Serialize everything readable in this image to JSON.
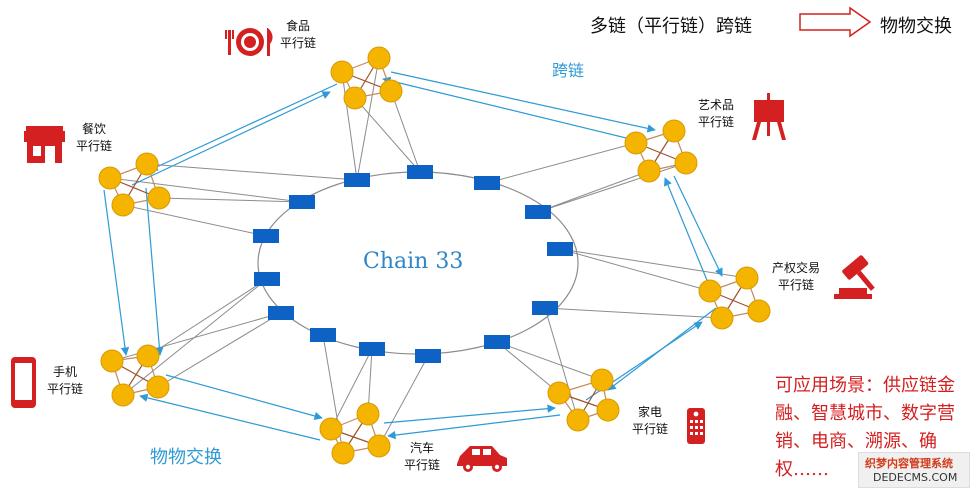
{
  "legend": {
    "text": "多链（平行链）跨链",
    "target": "物物交换"
  },
  "cross_chain_label": "跨链",
  "barter_label": "物物交换",
  "center_title": "Chain 33",
  "parallel_chains": [
    {
      "id": "food",
      "name": "食品",
      "sub": "平行链",
      "icon": "plate-fork-knife-icon"
    },
    {
      "id": "catering",
      "name": "餐饮",
      "sub": "平行链",
      "icon": "storefront-icon"
    },
    {
      "id": "art",
      "name": "艺术品",
      "sub": "平行链",
      "icon": "easel-icon"
    },
    {
      "id": "property",
      "name": "产权交易",
      "sub": "平行链",
      "icon": "gavel-icon"
    },
    {
      "id": "appliance",
      "name": "家电",
      "sub": "平行链",
      "icon": "remote-control-icon"
    },
    {
      "id": "auto",
      "name": "汽车",
      "sub": "平行链",
      "icon": "car-icon"
    },
    {
      "id": "phone",
      "name": "手机",
      "sub": "平行链",
      "icon": "smartphone-icon"
    }
  ],
  "scenarios": "可应用场景：供应链金融、智慧城市、数字营销、电商、溯源、确权……",
  "watermark": {
    "line1": "织梦内容管理系统",
    "line2": "DEDECMS.COM"
  },
  "colors": {
    "node_fill": "#f5b400",
    "node_stroke": "#d89a00",
    "block_fill": "#0d62c4",
    "cross_link": "#2e9ad6",
    "icon_red": "#d42020",
    "edge_gray": "#8c8c8c",
    "cluster_edge": "#a0522d"
  }
}
